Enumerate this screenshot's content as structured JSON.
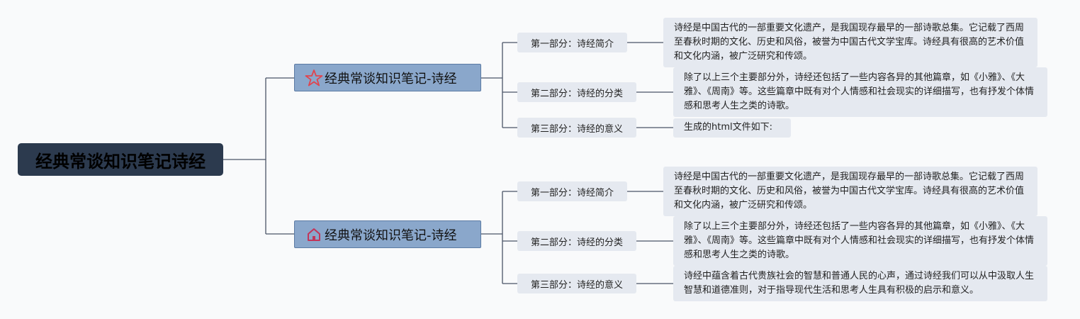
{
  "root": {
    "title": "经典常谈知识笔记诗经"
  },
  "branches": [
    {
      "label": "经典常谈知识笔记-诗经",
      "icon": "star-icon",
      "icon_color": "#e0454f",
      "sections": [
        {
          "label": "第一部分：诗经简介",
          "text": "诗经是中国古代的一部重要文化遗产，是我国现存最早的一部诗歌总集。它记载了西周至春秋时期的文化、历史和风俗，被誉为中国古代文学宝库。诗经具有很高的艺术价值和文化内涵，被广泛研究和传颂。"
        },
        {
          "label": "第二部分：诗经的分类",
          "text": "除了以上三个主要部分外，诗经还包括了一些内容各异的其他篇章，如《小雅》、《大雅》、《周南》等。这些篇章中既有对个人情感和社会现实的详细描写，也有抒发个体情感和思考人生之类的诗歌。"
        },
        {
          "label": "第三部分：诗经的意义",
          "text": "生成的html文件如下:"
        }
      ]
    },
    {
      "label": "经典常谈知识笔记-诗经",
      "icon": "home-icon",
      "icon_color": "#c2355a",
      "sections": [
        {
          "label": "第一部分：诗经简介",
          "text": "诗经是中国古代的一部重要文化遗产，是我国现存最早的一部诗歌总集。它记载了西周至春秋时期的文化、历史和风俗，被誉为中国古代文学宝库。诗经具有很高的艺术价值和文化内涵，被广泛研究和传颂。"
        },
        {
          "label": "第二部分：诗经的分类",
          "text": "除了以上三个主要部分外，诗经还包括了一些内容各异的其他篇章，如《小雅》、《大雅》、《周南》等。这些篇章中既有对个人情感和社会现实的详细描写，也有抒发个体情感和思考人生之类的诗歌。"
        },
        {
          "label": "第三部分：诗经的意义",
          "text": "诗经中蕴含着古代贵族社会的智慧和普通人民的心声，通过诗经我们可以从中汲取人生智慧和道德准则，对于指导现代生活和思考人生具有积极的启示和意义。"
        }
      ]
    }
  ]
}
